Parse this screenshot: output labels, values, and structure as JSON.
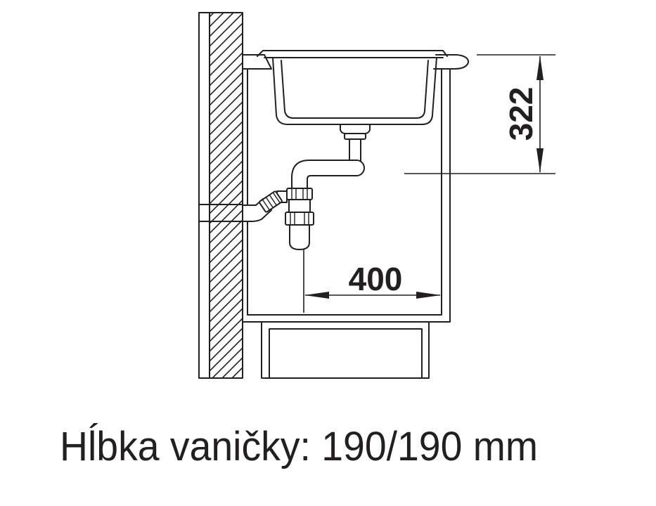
{
  "drawing": {
    "dimensions": {
      "vertical": "322",
      "horizontal": "400"
    },
    "caption": "Hĺbka vaničky: 190/190 mm"
  },
  "colors": {
    "line": "#231f20",
    "background": "#ffffff"
  }
}
